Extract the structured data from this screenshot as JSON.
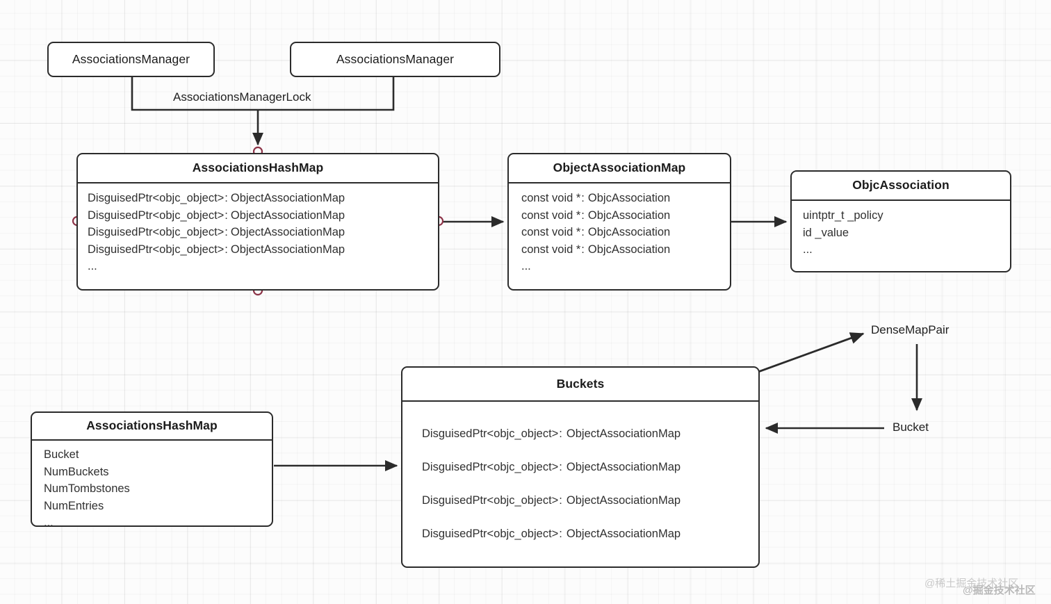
{
  "diagram": {
    "title": "objc association tables structure",
    "colors": {
      "box_border": "#2b2b2b",
      "box_fill": "#ffffff",
      "text": "#1f1f1f",
      "grid": "#efefef",
      "connector_dot_stroke": "#8c3347",
      "connector_dot_fill": "#ffffff",
      "edge": "#2b2b2b"
    }
  },
  "nodes": {
    "manager_left": {
      "title": "AssociationsManager"
    },
    "manager_right": {
      "title": "AssociationsManager"
    },
    "associations_hashmap": {
      "title": "AssociationsHashMap",
      "rows": [
        {
          "key": "DisguisedPtr<objc_object>",
          "sep": ":",
          "val": "ObjectAssociationMap"
        },
        {
          "key": "DisguisedPtr<objc_object>",
          "sep": ":",
          "val": "ObjectAssociationMap"
        },
        {
          "key": "DisguisedPtr<objc_object>",
          "sep": ":",
          "val": "ObjectAssociationMap"
        },
        {
          "key": "DisguisedPtr<objc_object>",
          "sep": ":",
          "val": "ObjectAssociationMap"
        },
        {
          "key": "...",
          "sep": "",
          "val": ""
        }
      ]
    },
    "object_association_map": {
      "title": "ObjectAssociationMap",
      "rows": [
        {
          "key": "const void *",
          "sep": ":",
          "val": "ObjcAssociation"
        },
        {
          "key": "const void *",
          "sep": ":",
          "val": "ObjcAssociation"
        },
        {
          "key": "const void *",
          "sep": ":",
          "val": "ObjcAssociation"
        },
        {
          "key": "const void *",
          "sep": ":",
          "val": "ObjcAssociation"
        },
        {
          "key": "...",
          "sep": "",
          "val": ""
        }
      ]
    },
    "objc_association": {
      "title": "ObjcAssociation",
      "rows": [
        {
          "key": "uintptr_t _policy",
          "sep": "",
          "val": ""
        },
        {
          "key": "id _value",
          "sep": "",
          "val": ""
        },
        {
          "key": "...",
          "sep": "",
          "val": ""
        }
      ]
    },
    "associations_hashmap_fields": {
      "title": "AssociationsHashMap",
      "rows": [
        {
          "key": "Bucket",
          "sep": "",
          "val": ""
        },
        {
          "key": "NumBuckets",
          "sep": "",
          "val": ""
        },
        {
          "key": "NumTombstones",
          "sep": "",
          "val": ""
        },
        {
          "key": "NumEntries",
          "sep": "",
          "val": ""
        },
        {
          "key": "...",
          "sep": "",
          "val": ""
        }
      ]
    },
    "buckets": {
      "title": "Buckets",
      "rows": [
        {
          "key": "DisguisedPtr<objc_object>",
          "sep": ":",
          "val": "ObjectAssociationMap"
        },
        {
          "key": "DisguisedPtr<objc_object>",
          "sep": ":",
          "val": "ObjectAssociationMap"
        },
        {
          "key": "DisguisedPtr<objc_object>",
          "sep": ":",
          "val": "ObjectAssociationMap"
        },
        {
          "key": "DisguisedPtr<objc_object>",
          "sep": ":",
          "val": "ObjectAssociationMap"
        }
      ]
    }
  },
  "edge_labels": {
    "lock": "AssociationsManagerLock",
    "dense_map_pair": "DenseMapPair",
    "bucket": "Bucket"
  },
  "watermark": {
    "line_a": "@稀土掘金技术社区",
    "line_b": "@掘金技术社区"
  }
}
